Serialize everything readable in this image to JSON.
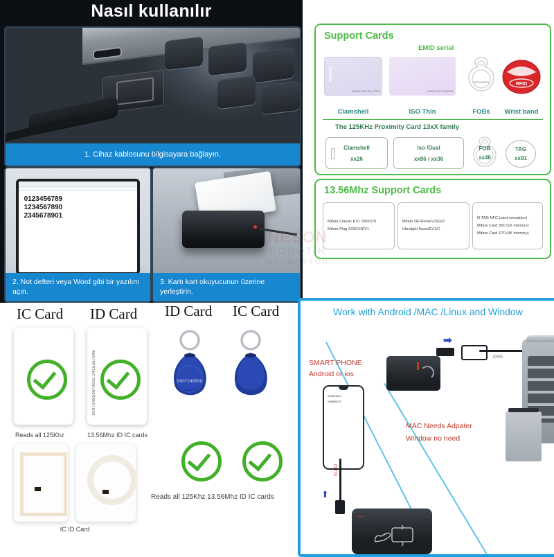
{
  "howto": {
    "title": "Nasıl kullanılır",
    "steps": [
      {
        "caption": "1. Cihaz kablosunu bilgisayara bağlayın."
      },
      {
        "caption": "2. Not defteri veya Word gibi bir yazılım açın."
      },
      {
        "caption": "3. Kartı kart okuyucunun üzerine yerleştirin."
      }
    ],
    "screen_lines": [
      "0123456789",
      "1234567890",
      "2345678901"
    ]
  },
  "support_cards": {
    "title": "Support Cards",
    "emid_label": "EMID serial",
    "items": [
      {
        "label": "Clamshell",
        "serial": "0009943329 151,47353"
      },
      {
        "label": "ISO Thin",
        "serial": "0006424427 0959199"
      },
      {
        "label": "FOBs",
        "serial": "0009943329"
      },
      {
        "label": "Wrist band",
        "serial": "RFID"
      }
    ],
    "family_title": "The 125KHz Proximity Card 13xX family",
    "family": [
      {
        "name": "Clamshell",
        "code": "xx26"
      },
      {
        "name": "Iso /Dual",
        "code": "xx86 / xx36"
      },
      {
        "name": "FOB",
        "code": "xx46"
      },
      {
        "name": "TAG",
        "code": "xx91"
      }
    ]
  },
  "mhz_cards": {
    "title": "13.56Mhz Support Cards",
    "columns": [
      [
        "Mifare Classic EV1 S50/S70",
        "Mifare Plug S/SE/X/EV1"
      ],
      [
        "Mifare DESFireEV1/EV2",
        "Ultralight Nano/EV1/C"
      ],
      [
        "N-TAG NFC (card emulation)",
        "Mifare Card S50 (1K memory)",
        "Mifare Card S70 (4K memory)"
      ]
    ]
  },
  "showcase": {
    "headers": [
      "IC Card",
      "ID Card",
      "ID Card",
      "IC Card"
    ],
    "fob_serial": "0007249506",
    "id_card_serial": "0007249506*0002 9415567846",
    "captions": {
      "left": "Reads all 125Khz",
      "middle": "13.56Mhz ID IC cards",
      "right": "Reads all 125Khz 13.56Mhz ID IC cards",
      "bottom": "IC  ID Card"
    }
  },
  "compat": {
    "title": "Work with Android /MAC /Linux and Window",
    "phone_label_1": "SMART PHONE",
    "phone_label_2": "Android or ios",
    "phone_numbers": [
      "0235679817",
      "0088850270"
    ],
    "otg_top": "OTG",
    "otg_side": "OTG",
    "notes": [
      "MAC Needs Adpater",
      "Window no need"
    ]
  },
  "watermark": {
    "line1": "NESON",
    "line2": "ROBOTİK",
    "line3": "OTOMASYON"
  }
}
